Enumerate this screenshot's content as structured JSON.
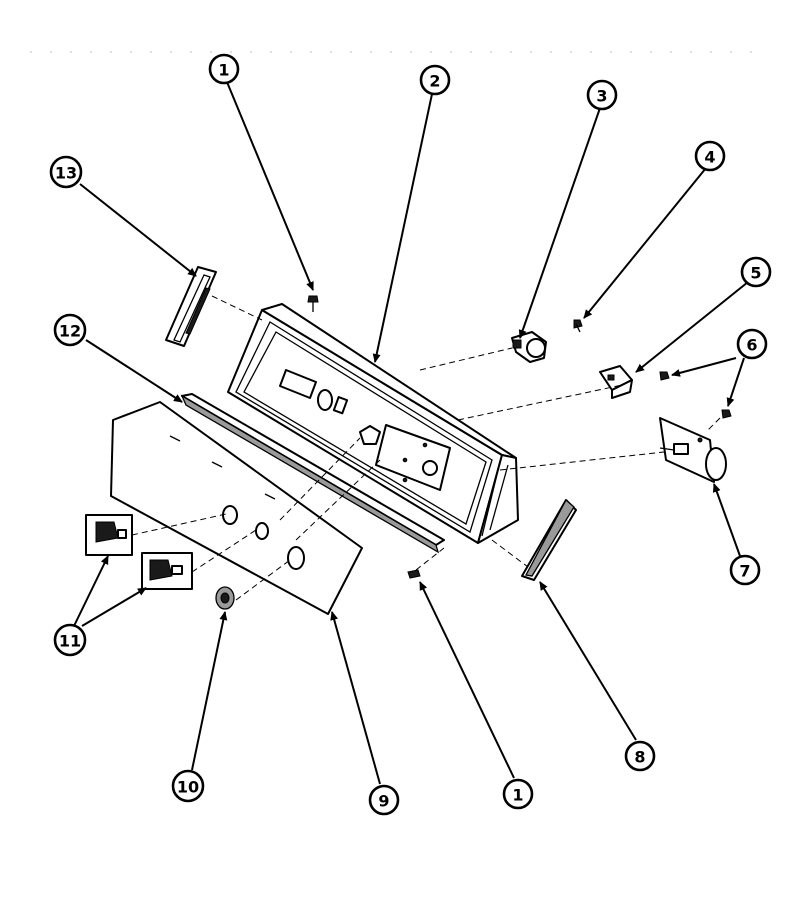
{
  "diagram": {
    "callouts": [
      {
        "id": "c1a",
        "label": "1"
      },
      {
        "id": "c2",
        "label": "2"
      },
      {
        "id": "c3",
        "label": "3"
      },
      {
        "id": "c4",
        "label": "4"
      },
      {
        "id": "c5",
        "label": "5"
      },
      {
        "id": "c6",
        "label": "6"
      },
      {
        "id": "c13",
        "label": "13"
      },
      {
        "id": "c12",
        "label": "12"
      },
      {
        "id": "c7",
        "label": "7"
      },
      {
        "id": "c8",
        "label": "8"
      },
      {
        "id": "c1b",
        "label": "1"
      },
      {
        "id": "c9",
        "label": "9"
      },
      {
        "id": "c10",
        "label": "10"
      },
      {
        "id": "c11",
        "label": "11"
      }
    ]
  }
}
